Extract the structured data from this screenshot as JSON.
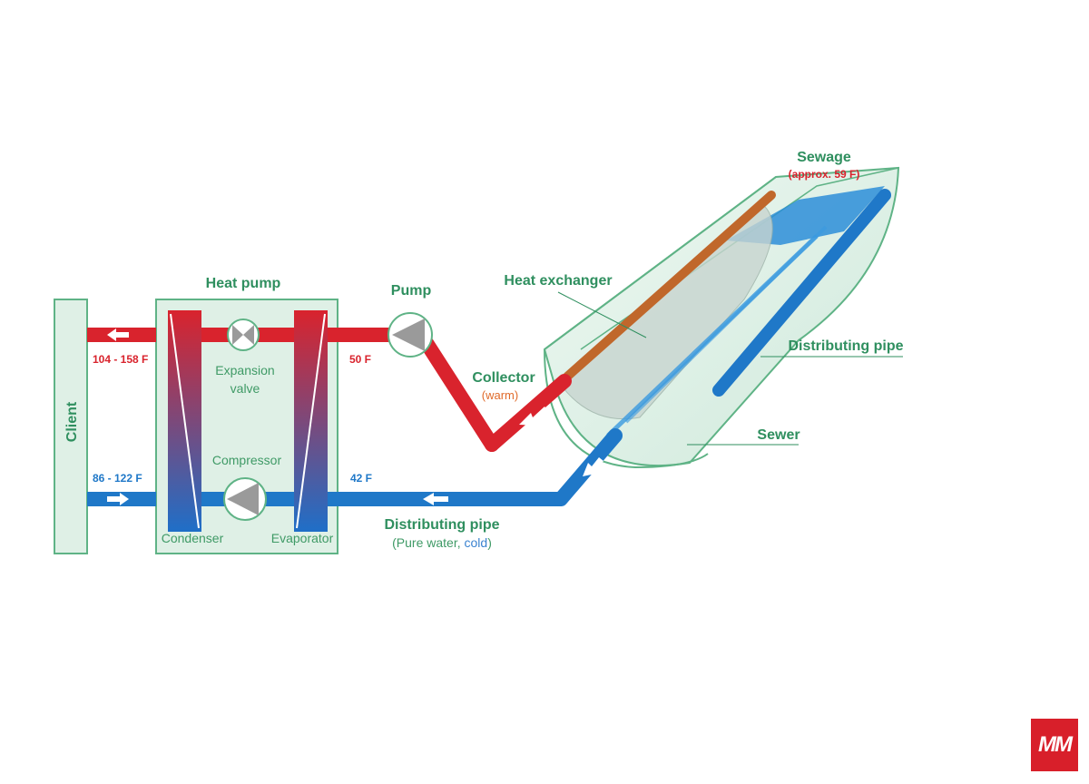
{
  "labels": {
    "client": "Client",
    "heat_pump": "Heat pump",
    "pump": "Pump",
    "heat_exchanger": "Heat exchanger",
    "sewage": "Sewage",
    "sewage_temp": "(approx. 59 F)",
    "distributing_pipe_right": "Distributing pipe",
    "sewer": "Sewer",
    "collector": "Collector",
    "collector_warm": "(warm)",
    "expansion_valve_1": "Expansion",
    "expansion_valve_2": "valve",
    "compressor": "Compressor",
    "condenser": "Condenser",
    "evaporator": "Evaporator",
    "distributing_pipe_bottom": "Distributing pipe",
    "pure_water_open": "(Pure water, ",
    "pure_water_cold": "cold",
    "pure_water_close": ")"
  },
  "temperatures": {
    "supply_hot": "104 - 158 F",
    "return_warm": "86 - 122 F",
    "evaporator_in": "50 F",
    "evaporator_out": "42 F"
  },
  "logo": {
    "text": "MM"
  },
  "colors": {
    "hot_pipe": "#d9232d",
    "cold_pipe": "#1f78c8",
    "panel_fill": "#dff0e6",
    "panel_stroke": "#5fb386",
    "label_green": "#2f8f5f",
    "logo_bg": "#d81f2a"
  }
}
